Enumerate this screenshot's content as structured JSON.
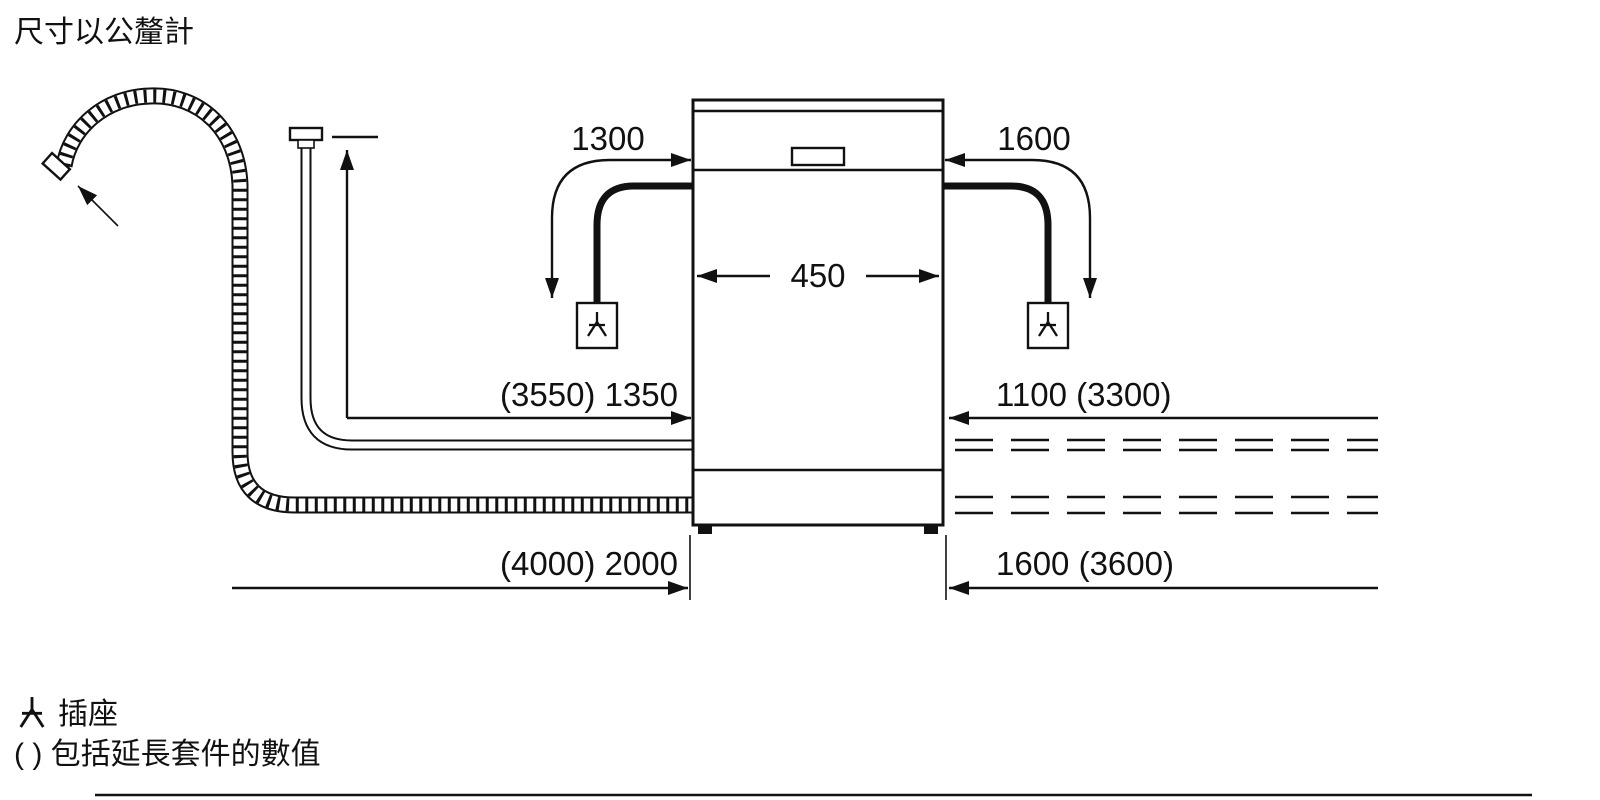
{
  "title": "尺寸以公釐計",
  "labels": {
    "power_cord_left": "1300",
    "power_cord_right": "1600",
    "appliance_width": "450",
    "supply_hose_length": "(3550) 1350",
    "clearance_top_right": "1100 (3300)",
    "drain_hose_length": "(4000) 2000",
    "clearance_bottom_right": "1600 (3600)"
  },
  "legend": {
    "socket": "插座",
    "parentheses_note": "( ) 包括延長套件的數值"
  },
  "icons": {
    "socket_icon": "power-plug-symbol",
    "tap_icon": "water-tap-connector"
  },
  "colors": {
    "line": "#111111",
    "text": "#111111",
    "background": "#ffffff"
  }
}
